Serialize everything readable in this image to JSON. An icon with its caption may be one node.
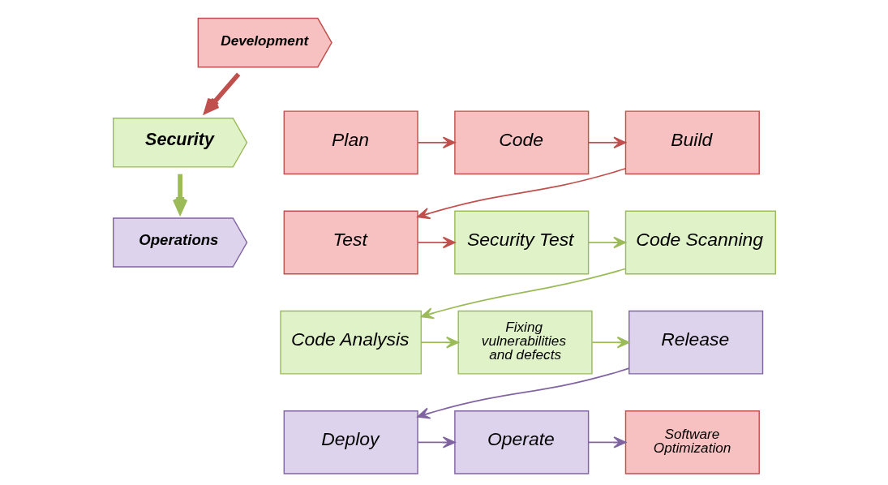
{
  "diagram": {
    "nodes": [
      {
        "text": [
          "Development"
        ]
      },
      {
        "text": [
          "Security"
        ]
      },
      {
        "text": [
          "Operations"
        ]
      },
      {
        "text": [
          "Plan"
        ]
      },
      {
        "text": [
          "Code"
        ]
      },
      {
        "text": [
          "Build"
        ]
      },
      {
        "text": [
          "Test"
        ]
      },
      {
        "text": [
          "Security Test"
        ]
      },
      {
        "text": [
          "Code Scanning"
        ]
      },
      {
        "text": [
          "Code Analysis"
        ]
      },
      {
        "text": [
          "Fixing vulnerabilities and defects"
        ]
      },
      {
        "text": [
          "Release"
        ]
      },
      {
        "text": [
          "Deploy"
        ]
      },
      {
        "text": [
          "Operate"
        ]
      },
      {
        "text": [
          "Software Optimization"
        ]
      }
    ],
    "edges": [
      {
        "from": 0,
        "to": 1,
        "arrow": "to",
        "color": "#c0504d",
        "style": "thick"
      },
      {
        "from": 1,
        "to": 2,
        "arrow": "to",
        "color": "#9bbb59",
        "style": "thick"
      },
      {
        "from": 3,
        "to": 4,
        "arrow": "to",
        "color": "#c0504d"
      },
      {
        "from": 4,
        "to": 5,
        "arrow": "to",
        "color": "#c0504d"
      },
      {
        "from": 5,
        "to": 6,
        "arrow": "to",
        "color": "#c0504d"
      },
      {
        "from": 6,
        "to": 7,
        "arrow": "to",
        "color": "#c0504d"
      },
      {
        "from": 7,
        "to": 8,
        "arrow": "to",
        "color": "#9bbb59"
      },
      {
        "from": 8,
        "to": 9,
        "arrow": "to",
        "color": "#9bbb59"
      },
      {
        "from": 9,
        "to": 10,
        "arrow": "to",
        "color": "#9bbb59"
      },
      {
        "from": 10,
        "to": 11,
        "arrow": "to",
        "color": "#9bbb59"
      },
      {
        "from": 11,
        "to": 12,
        "arrow": "to",
        "color": "#8064a2"
      },
      {
        "from": 12,
        "to": 13,
        "arrow": "to",
        "color": "#8064a2"
      },
      {
        "from": 13,
        "to": 14,
        "arrow": "to",
        "color": "#8064a2"
      }
    ]
  }
}
